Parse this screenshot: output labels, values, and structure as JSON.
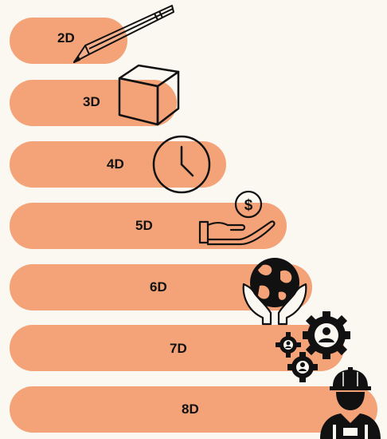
{
  "steps": [
    {
      "label": "2D",
      "icon": "pencil-icon"
    },
    {
      "label": "3D",
      "icon": "cube-icon"
    },
    {
      "label": "4D",
      "icon": "clock-icon"
    },
    {
      "label": "5D",
      "icon": "hand-coin-icon"
    },
    {
      "label": "6D",
      "icon": "hands-globe-icon"
    },
    {
      "label": "7D",
      "icon": "gears-people-icon"
    },
    {
      "label": "8D",
      "icon": "worker-icon"
    }
  ],
  "colors": {
    "bar": "#f4a277",
    "background": "#fbf8f1",
    "ink": "#111111"
  }
}
